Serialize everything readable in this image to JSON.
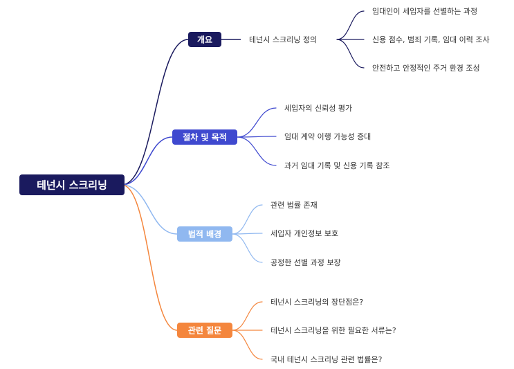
{
  "root": {
    "label": "테넌시 스크리닝",
    "color": "#1a1a5e"
  },
  "branches": [
    {
      "label": "개요",
      "color": "#1a1a5e",
      "link_color": "#1a1a5e",
      "children": [
        {
          "label": "테넌시 스크리닝 정의",
          "children": [
            "임대인이 세입자를 선별하는 과정",
            "신용 점수, 범죄 기록, 임대 이력 조사",
            "안전하고 안정적인 주거 환경 조성"
          ]
        }
      ]
    },
    {
      "label": "절차 및 목적",
      "color": "#3f49cf",
      "link_color": "#3f49cf",
      "children": [
        {
          "label": "세입자의 신뢰성 평가"
        },
        {
          "label": "임대 계약 이행 가능성 증대"
        },
        {
          "label": "과거 임대 기록 및 신용 기록 참조"
        }
      ]
    },
    {
      "label": "법적 배경",
      "color": "#90b8f0",
      "link_color": "#90b8f0",
      "children": [
        {
          "label": "관련 법률 존재"
        },
        {
          "label": "세입자 개인정보 보호"
        },
        {
          "label": "공정한 선별 과정 보장"
        }
      ]
    },
    {
      "label": "관련 질문",
      "color": "#f4863d",
      "link_color": "#f4863d",
      "children": [
        {
          "label": "테넌시 스크리닝의 장단점은?"
        },
        {
          "label": "테넌시 스크리닝을 위한 필요한 서류는?"
        },
        {
          "label": "국내 테넌시 스크리닝 관련 법률은?"
        }
      ]
    }
  ]
}
